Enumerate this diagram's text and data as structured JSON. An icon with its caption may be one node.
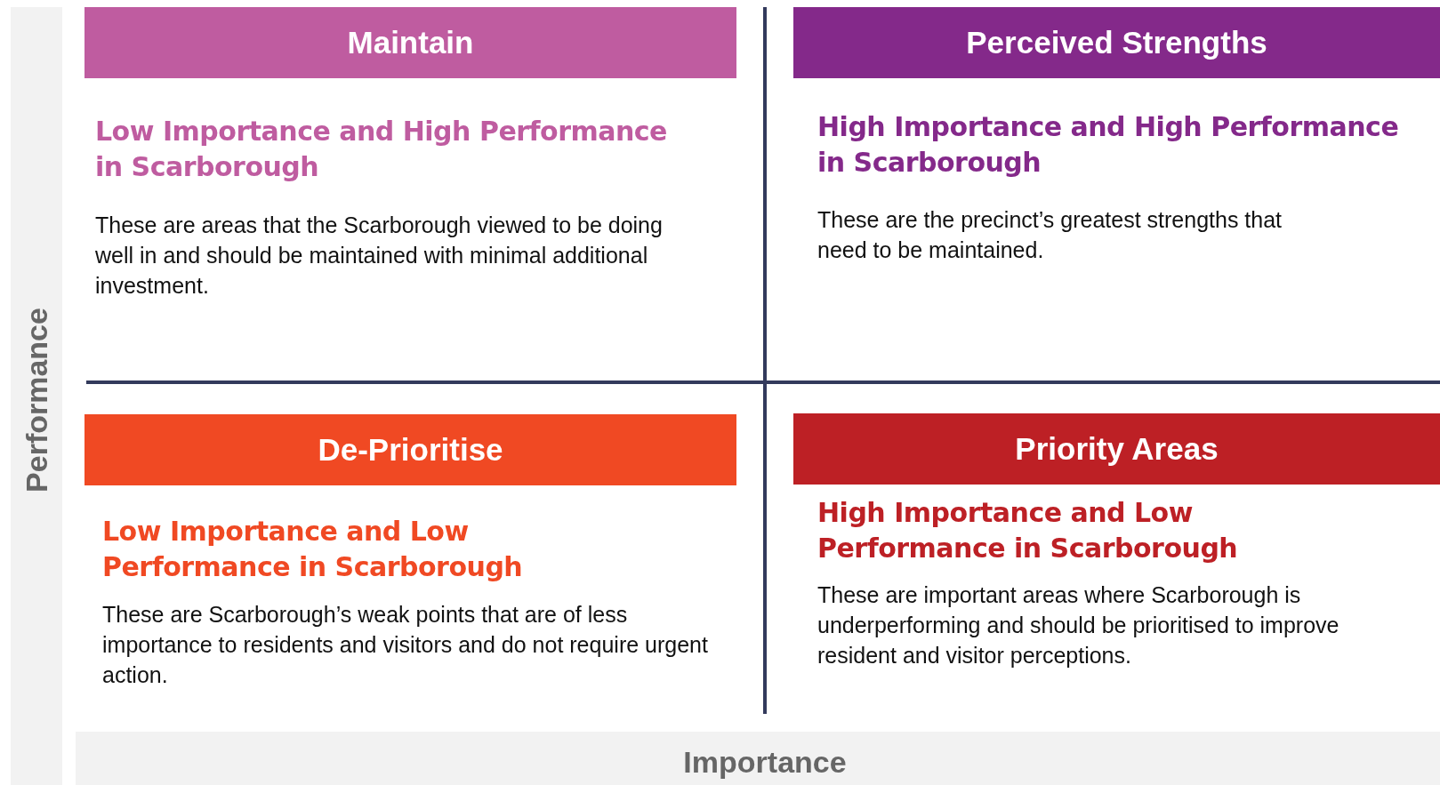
{
  "diagram": {
    "nodes": [
      {
        "text": [
          "Maintain",
          "Low Importance and High Performance in Scarborough",
          "These are areas that the Scarborough viewed to be doing well in and should be maintained with minimal additional investment."
        ]
      },
      {
        "text": [
          "Perceived Strengths",
          "High Importance and High Performance in Scarborough",
          "These are the precinct’s greatest strengths that need to be maintained."
        ]
      },
      {
        "text": [
          "De-Prioritise",
          "Low Importance and Low Performance in Scarborough",
          "These are Scarborough’s weak points that are of less importance to residents and visitors and do not require urgent action."
        ]
      },
      {
        "text": [
          "Priority Areas",
          "High Importance and Low Performance in Scarborough",
          "These are important areas where Scarborough is underperforming and should be prioritised to improve resident and visitor perceptions."
        ]
      }
    ],
    "labels": [
      "Performance",
      "Importance"
    ]
  }
}
